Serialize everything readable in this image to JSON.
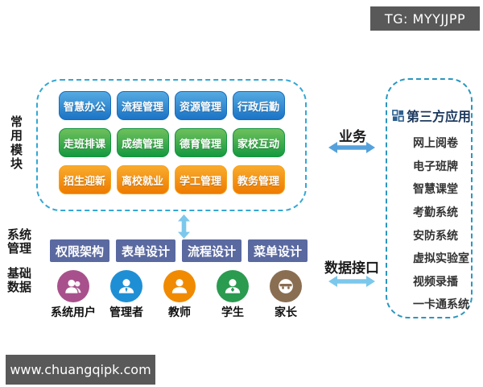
{
  "badge": {
    "text": "TG: MYYJJPP"
  },
  "footer": {
    "url": "www.chuangqipk.com"
  },
  "sidebar_labels": {
    "modules": "常用模块",
    "system": "系统管理",
    "data": "基础数据"
  },
  "module_grid": {
    "rows": [
      {
        "color": "#1b74c6",
        "items": [
          "智慧办公",
          "流程管理",
          "资源管理",
          "行政后勤"
        ]
      },
      {
        "color": "#14993f",
        "items": [
          "走班排课",
          "成绩管理",
          "德育管理",
          "家校互动"
        ]
      },
      {
        "color": "#ee7b00",
        "items": [
          "招生迎新",
          "离校就业",
          "学工管理",
          "教务管理"
        ]
      }
    ]
  },
  "system_tools": [
    "权限架构",
    "表单设计",
    "流程设计",
    "菜单设计"
  ],
  "users": [
    {
      "label": "系统用户",
      "color": "#a8508c"
    },
    {
      "label": "管理者",
      "color": "#1e8fd5"
    },
    {
      "label": "教师",
      "color": "#f08a00"
    },
    {
      "label": "学生",
      "color": "#2a9b4f"
    },
    {
      "label": "家长",
      "color": "#8a6e52"
    }
  ],
  "connectors": {
    "business": "业务",
    "data_interface": "数据接口"
  },
  "third_party": {
    "title": "第三方应用",
    "items": [
      "网上阅卷",
      "电子班牌",
      "智慧课堂",
      "考勤系统",
      "安防系统",
      "虚拟实验室",
      "视频录播",
      "一卡通系统"
    ]
  },
  "colors": {
    "dashed_border": "#35a7d4",
    "tool_button": "#5a69a0",
    "arrow_blue": "#55a1dc",
    "arrow_cyan": "#7cc8ec",
    "badge_bg": "#595959"
  }
}
